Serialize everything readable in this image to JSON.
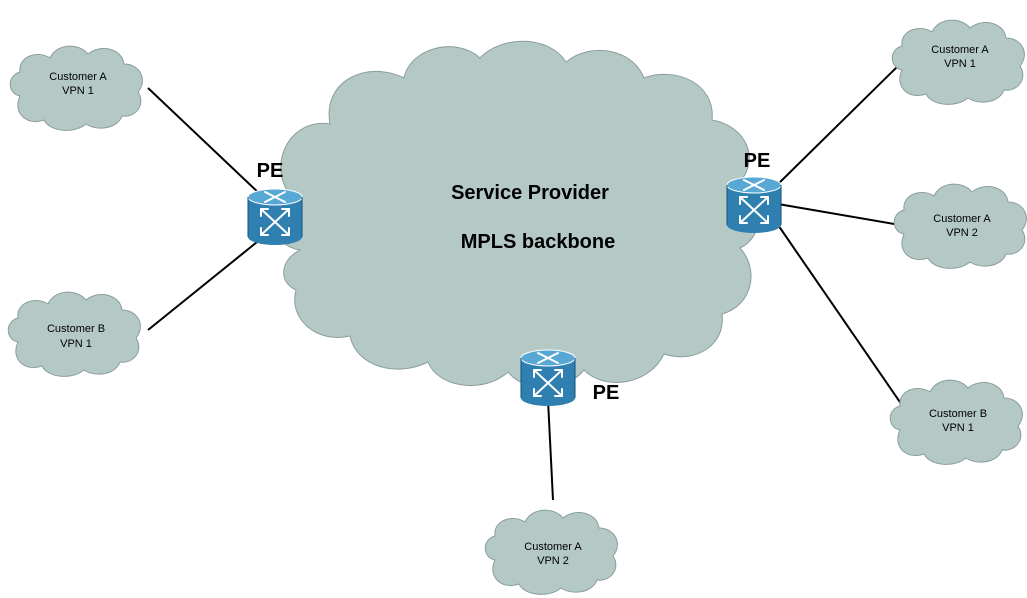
{
  "backbone": {
    "line1": "Service Provider",
    "line2": "MPLS backbone",
    "color": "#b4c8c6"
  },
  "routers": [
    {
      "id": "pe-left",
      "label": "PE"
    },
    {
      "id": "pe-right",
      "label": "PE"
    },
    {
      "id": "pe-bottom",
      "label": "PE"
    }
  ],
  "customer_sites": [
    {
      "id": "top-left",
      "line1": "Customer A",
      "line2": "VPN 1"
    },
    {
      "id": "mid-left",
      "line1": "Customer B",
      "line2": "VPN 1"
    },
    {
      "id": "top-right",
      "line1": "Customer A",
      "line2": "VPN 1"
    },
    {
      "id": "mid-right",
      "line1": "Customer A",
      "line2": "VPN 2"
    },
    {
      "id": "low-right",
      "line1": "Customer B",
      "line2": "VPN 1"
    },
    {
      "id": "bottom",
      "line1": "Customer A",
      "line2": "VPN 2"
    }
  ],
  "icons": {
    "router": "router-icon",
    "cloud": "cloud-icon"
  },
  "colors": {
    "router": "#2f7fb1",
    "cloud": "#b4c8c6",
    "link": "#000000"
  }
}
